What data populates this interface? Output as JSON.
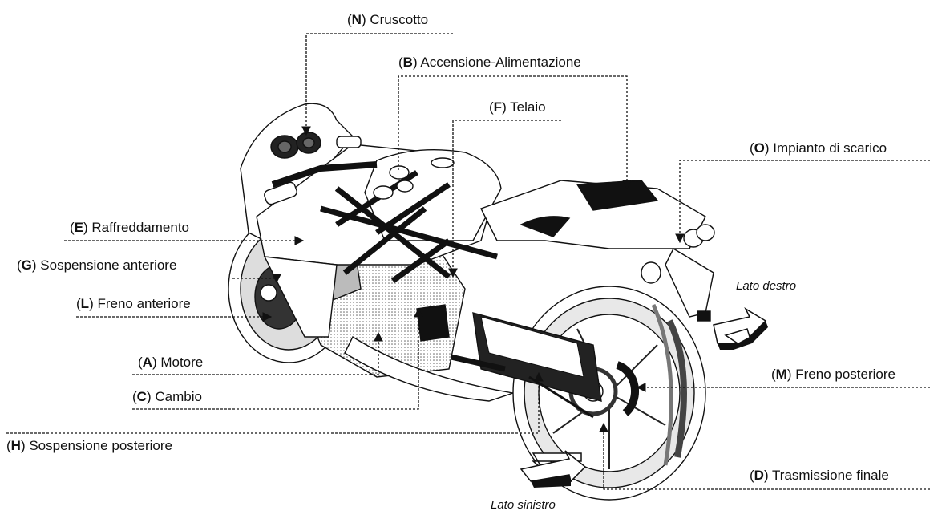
{
  "labels": {
    "N": {
      "code": "N",
      "text": "Cruscotto"
    },
    "B": {
      "code": "B",
      "text": "Accensione-Alimentazione"
    },
    "F": {
      "code": "F",
      "text": "Telaio"
    },
    "O": {
      "code": "O",
      "text": "Impianto di scarico"
    },
    "E": {
      "code": "E",
      "text": "Raffreddamento"
    },
    "G": {
      "code": "G",
      "text": "Sospensione anteriore"
    },
    "L": {
      "code": "L",
      "text": "Freno anteriore"
    },
    "A": {
      "code": "A",
      "text": "Motore"
    },
    "C": {
      "code": "C",
      "text": "Cambio"
    },
    "H": {
      "code": "H",
      "text": "Sospensione posteriore"
    },
    "M": {
      "code": "M",
      "text": "Freno posteriore"
    },
    "D": {
      "code": "D",
      "text": "Trasmissione finale"
    }
  },
  "sides": {
    "right": "Lato destro",
    "left": "Lato sinistro"
  },
  "colors": {
    "ink": "#111111",
    "paper": "#ffffff",
    "shade": "#9a9a9a"
  }
}
